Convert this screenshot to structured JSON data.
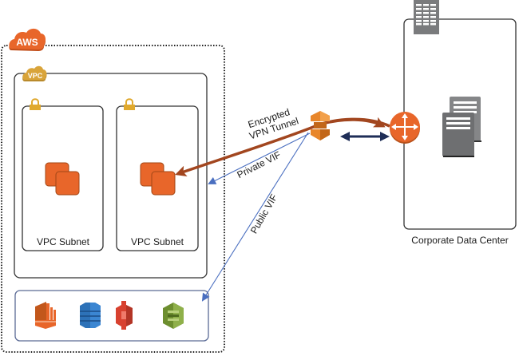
{
  "diagram": {
    "aws_badge": "AWS",
    "vpc_badge": "VPC",
    "subnets": [
      {
        "label": "VPC Subnet"
      },
      {
        "label": "VPC Subnet"
      }
    ],
    "connections": {
      "vpn": {
        "line1": "Encrypted",
        "line2": "VPN Tunnel"
      },
      "private_vif": "Private VIF",
      "public_vif": "Public VIF"
    },
    "data_center_label": "Corporate Data Center",
    "public_services": [
      {
        "icon": "amazon-kinesis-icon"
      },
      {
        "icon": "amazon-dynamodb-icon"
      },
      {
        "icon": "amazon-s3-icon"
      },
      {
        "icon": "amazon-sqs-icon"
      }
    ],
    "colors": {
      "aws_orange": "#e8662a",
      "vpc_gold": "#d9a43a",
      "vpn_line": "#a2461f",
      "vif_blue": "#4a6fc0",
      "dx_navy": "#1f2e57",
      "gray_server": "#6e6f71"
    }
  }
}
